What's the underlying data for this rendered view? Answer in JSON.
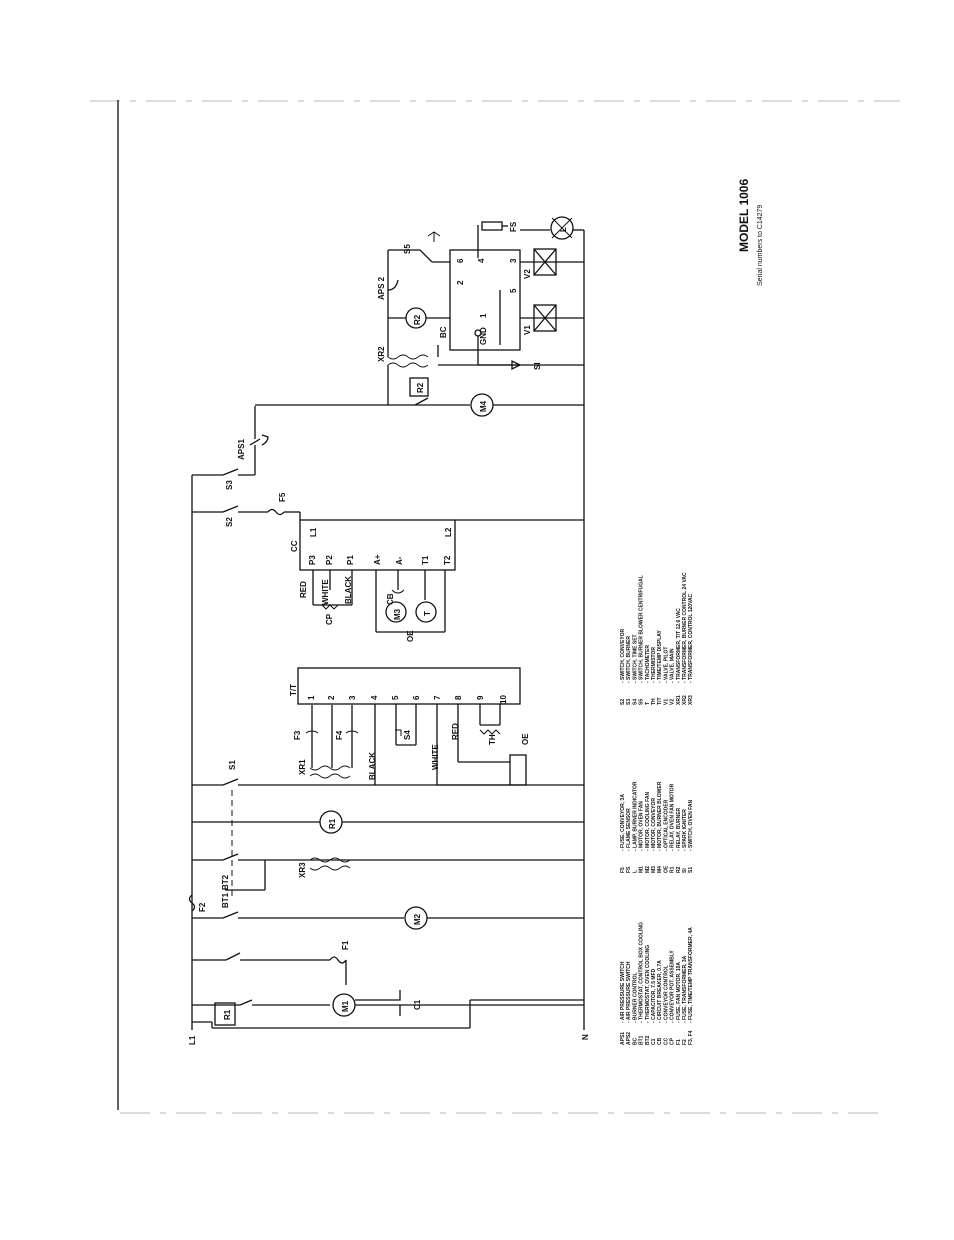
{
  "title": {
    "model": "MODEL 1006",
    "serial": "Serial numbers to C14279"
  },
  "rails": {
    "line": "L1",
    "neutral": "N"
  },
  "blocks": {
    "cc": {
      "name": "CC",
      "pins": [
        "P3",
        "P2",
        "P1",
        "A+",
        "A-",
        "T1",
        "T2"
      ],
      "l1": "L1",
      "l2": "L2"
    },
    "tt": {
      "name": "T/T",
      "pins": [
        "1",
        "2",
        "3",
        "4",
        "5",
        "6",
        "7",
        "8",
        "9",
        "10"
      ]
    },
    "bc": {
      "name": "BC",
      "pins": [
        "6",
        "4",
        "2",
        "5",
        "1",
        "GND",
        "3"
      ]
    }
  },
  "labels": {
    "R1": "R1",
    "M1": "M1",
    "C1": "C1",
    "F1": "F1",
    "F2": "F2",
    "M2": "M2",
    "BT1": "BT1",
    "BT2": "BT2",
    "XR3": "XR3",
    "R1b": "R1",
    "S1": "S1",
    "XR1": "XR1",
    "F3": "F3",
    "F4": "F4",
    "BLACK": "BLACK",
    "WHITE": "WHITE",
    "RED": "RED",
    "S4": "S4",
    "TH": "TH",
    "OE": "OE",
    "CP": "CP",
    "RED2": "RED",
    "WHITE2": "WHITE",
    "BLACK2": "BLACK",
    "CB": "CB",
    "M3": "M3",
    "T": "T",
    "OE2": "OE",
    "S2": "S2",
    "F5": "F5",
    "S3": "S3",
    "APS1": "APS1",
    "M4": "M4",
    "R2": "R2",
    "XR2": "XR2",
    "R2b": "R2",
    "APS2": "APS 2",
    "S5": "S5",
    "FS": "FS",
    "V1": "V1",
    "V2": "V2",
    "SI": "SI",
    "L": "L"
  },
  "legend": [
    [
      "APS1",
      "- AIR PRESSURE SWITCH"
    ],
    [
      "APS2",
      "- AIR PRESSURE SWITCH"
    ],
    [
      "BC",
      "- BURNER CONTROL"
    ],
    [
      "BT1",
      "- THERMOSTAT, CONTROL BOX COOLING"
    ],
    [
      "BT2",
      "- THERMOSTAT, OVEN COOLING"
    ],
    [
      "C1",
      "- CAPACITOR, 7.5 MFD"
    ],
    [
      "CB",
      "- CIRCUIT BREAKER, 0.7A"
    ],
    [
      "CC",
      "- CONVEYOR CONTROL"
    ],
    [
      "CP",
      "- CONVEYOR POT. ASSEMBLY"
    ],
    [
      "F1",
      "- FUSE, FAN MOTOR, 10A"
    ],
    [
      "F2",
      "- FUSE, TRANSFORMER, 3A"
    ],
    [
      "F3, F4",
      "- FUSE, TIME/TEMP TRANSFORMER, 4A"
    ],
    [
      "F5",
      "- FUSE, CONVEYOR, 3A"
    ],
    [
      "FS",
      "- FLAME SENSOR"
    ],
    [
      "L",
      "- LAMP, BURNER INDICATOR"
    ],
    [
      "M1",
      "- MOTOR, OVEN FAN"
    ],
    [
      "M2",
      "- MOTOR, COOLING FAN"
    ],
    [
      "M3",
      "- MOTOR, CONVEYOR"
    ],
    [
      "M4",
      "- MOTOR, BURNER BLOWER"
    ],
    [
      "OE",
      "- OPTICAL ENCODER"
    ],
    [
      "R1",
      "- RELAY, OVEN FAN MOTOR"
    ],
    [
      "R2",
      "- RELAY, BURNER"
    ],
    [
      "SI",
      "- SPARK IGNITER"
    ],
    [
      "S1",
      "- SWITCH, OVEN FAN"
    ],
    [
      "S2",
      "- SWITCH, CONVEYOR"
    ],
    [
      "S3",
      "- SWITCH, BURNER"
    ],
    [
      "S4",
      "- SWITCH, TIME SET"
    ],
    [
      "S5",
      "- SWITCH, BURNER BLOWER CENTRIFUGAL"
    ],
    [
      "T",
      "- TACHOMETER"
    ],
    [
      "TH",
      "- THERMISTOR"
    ],
    [
      "T/T",
      "- TIME/TEMP DISPLAY"
    ],
    [
      "V1",
      "- VALVE, PILOT"
    ],
    [
      "V2",
      "- VALVE, MAIN"
    ],
    [
      "XR1",
      "- TRANSFORMER, T/T 12.6 VAC"
    ],
    [
      "XR2",
      "- TRANSFORMER, BURNER CONTROL 24 VAC"
    ],
    [
      "XR3",
      "- TRANSFORMER, CONTROL 120VAC"
    ]
  ]
}
